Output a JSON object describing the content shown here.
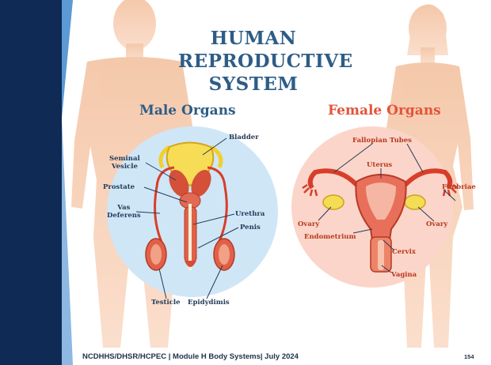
{
  "title_lines": [
    "HUMAN",
    "REPRODUCTIVE",
    "SYSTEM"
  ],
  "male": {
    "heading": "Male Organs",
    "labels": {
      "bladder": "Bladder",
      "seminal_vesicle": "Seminal\nVesicle",
      "prostate": "Prostate",
      "vas_deferens": "Vas\nDeferens",
      "urethra": "Urethra",
      "penis": "Penis",
      "testicle": "Testicle",
      "epidydimis": "Epidydimis"
    }
  },
  "female": {
    "heading": "Female Organs",
    "labels": {
      "fallopian_tubes": "Fallopian Tubes",
      "uterus": "Uterus",
      "fimbriae": "Fimbriae",
      "ovary_left": "Ovary",
      "ovary_right": "Ovary",
      "endometrium": "Endometrium",
      "cervix": "Cervix",
      "vagina": "Vagina"
    }
  },
  "footer": {
    "text": "NCDHHS/DHSR/HCPEC | Module H Body Systems| July 2024",
    "page_number": "154"
  },
  "colors": {
    "sidebar_dark": "#0f2a55",
    "sidebar_light": "#5b9ad4",
    "title_blue": "#2e5d86",
    "female_red": "#e2543a",
    "male_circle": "#cfe6f6",
    "female_circle": "#fbd5c9",
    "silhouette": "#f6c9a9"
  }
}
